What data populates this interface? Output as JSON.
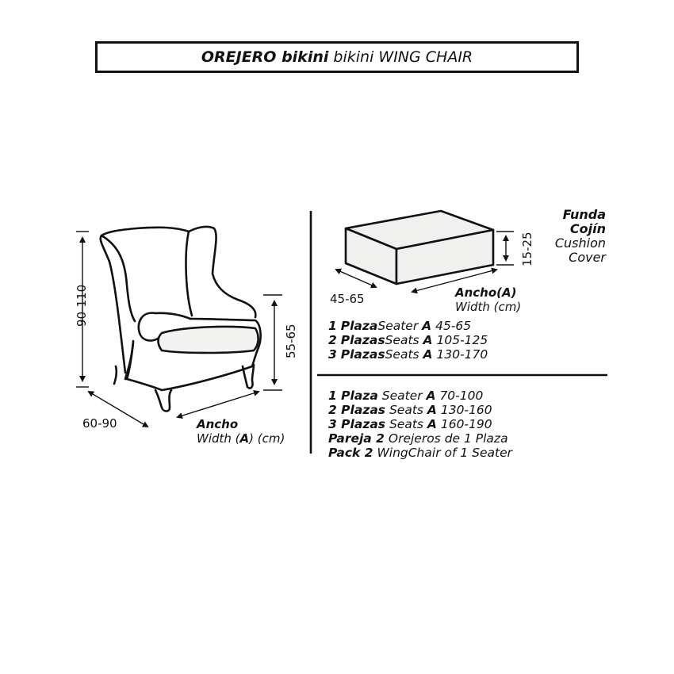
{
  "title": {
    "bold": "OREJERO bikini",
    "rest": "bikini WING CHAIR"
  },
  "chair": {
    "height_range": "90-110",
    "seat_height_range": "55-65",
    "depth_range": "60-90",
    "width_label": "Ancho",
    "width_sub_prefix": "Width (",
    "width_sub_A": "A",
    "width_sub_suffix": ") (cm)"
  },
  "cushion": {
    "depth_range": "45-65",
    "height_range": "15-25",
    "width_label": "Ancho(",
    "width_label_A": "A",
    "width_label_close": ")",
    "width_sub": "Width (cm)",
    "cover_title_1": "Funda",
    "cover_title_2": "Cojín",
    "cover_sub_1": "Cushion",
    "cover_sub_2": "Cover",
    "rows": [
      {
        "num": "1",
        "bold": "Plaza",
        "text": "Seater",
        "a": "A",
        "range": "45-65"
      },
      {
        "num": "2",
        "bold": "Plazas",
        "text": "Seats",
        "a": "A",
        "range": "105-125"
      },
      {
        "num": "3",
        "bold": "Plazas",
        "text": "Seats",
        "a": "A",
        "range": "130-170"
      }
    ]
  },
  "sizes": [
    {
      "bold": "1 Plaza",
      "text": " Seater ",
      "a": "A",
      "range": " 70-100"
    },
    {
      "bold": "2 Plazas",
      "text": " Seats ",
      "a": "A",
      "range": " 130-160"
    },
    {
      "bold": "3 Plazas",
      "text": " Seats ",
      "a": "A",
      "range": " 160-190"
    },
    {
      "bold": "Pareja 2",
      "text": " Orejeros de 1 Plaza",
      "a": "",
      "range": ""
    },
    {
      "bold": "Pack 2",
      "text": " WingChair of 1 Seater",
      "a": "",
      "range": ""
    }
  ],
  "colors": {
    "line": "#111111",
    "cushion_fill": "#f0f0ee",
    "seat_fill": "#f3f3f1"
  }
}
